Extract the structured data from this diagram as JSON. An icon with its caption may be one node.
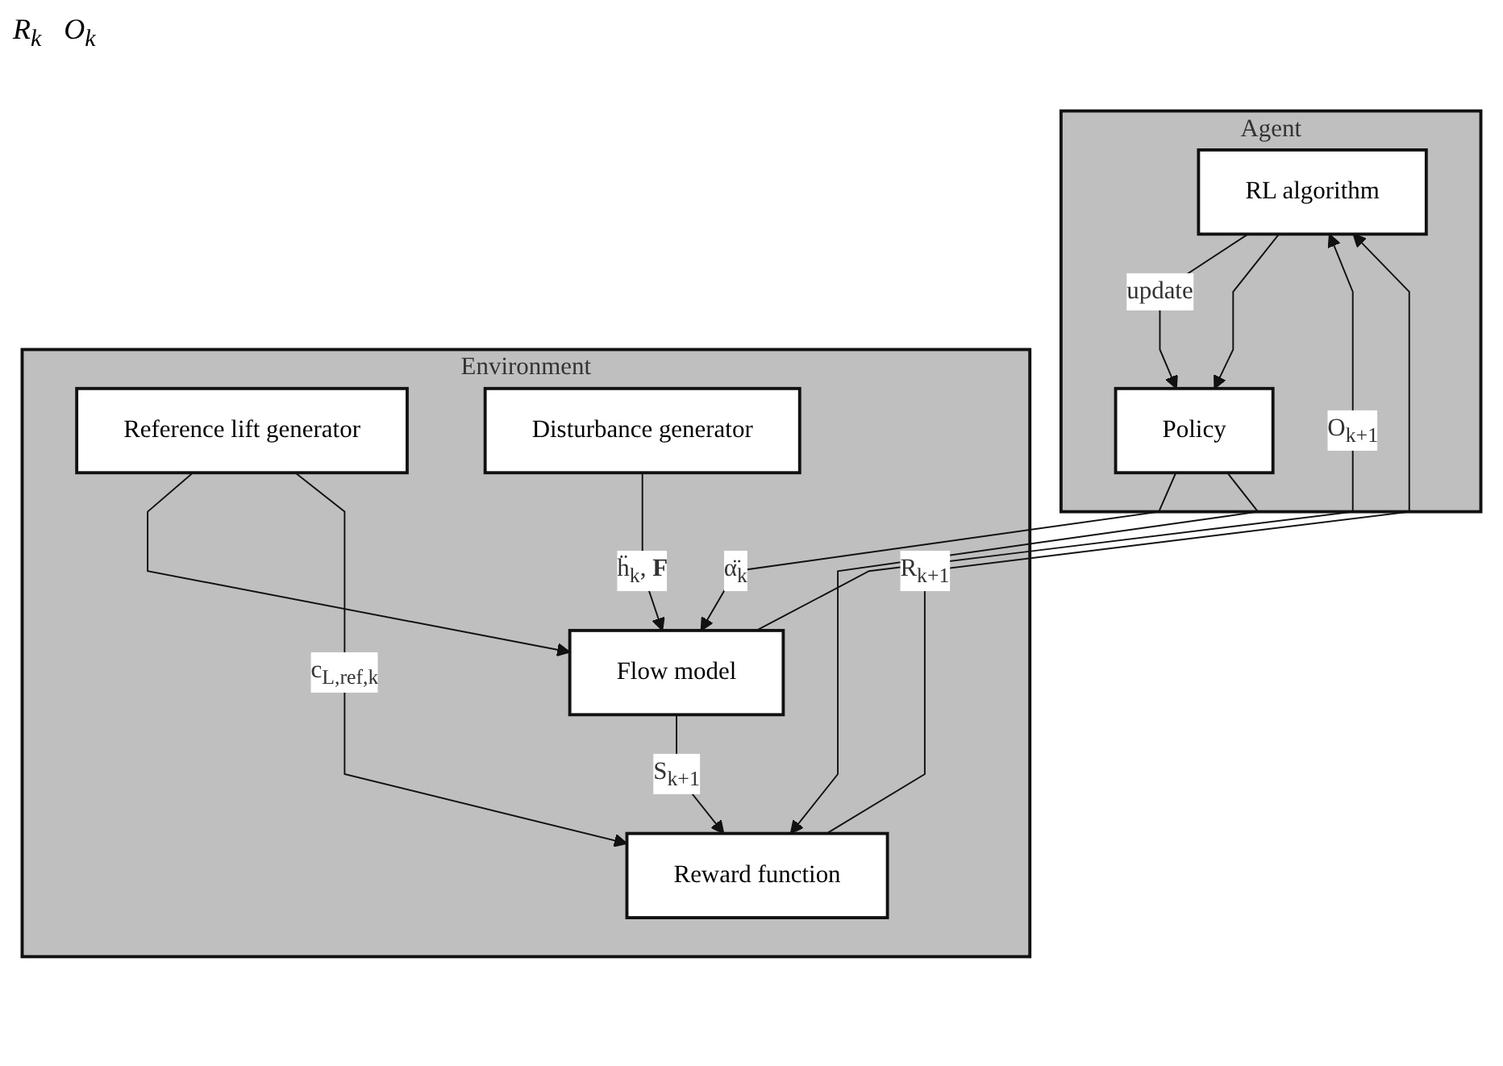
{
  "diagram": {
    "nodes": [
      {
        "text": [
          "Agent"
        ]
      },
      {
        "text": [
          "RL algorithm"
        ],
        "in": 0
      },
      {
        "text": [
          "Policy"
        ],
        "in": 0
      },
      {
        "text": [
          "Environment"
        ]
      },
      {
        "text": [
          "Flow model"
        ],
        "in": 3
      },
      {
        "text": [
          "Reference lift generator"
        ],
        "in": 3
      },
      {
        "text": [
          "Disturbance generator"
        ],
        "in": 3
      },
      {
        "text": [
          "Reward function"
        ],
        "in": 3
      }
    ],
    "edges": [
      {
        "from": 1,
        "to": 2,
        "arrow": "to",
        "label": "update"
      },
      {
        "from": 1,
        "to": 2,
        "arrow": "to"
      },
      {
        "from": 2,
        "to": 4,
        "arrow": "to",
        "label": "α̈$_{k}$"
      },
      {
        "from": 2,
        "to": 7,
        "arrow": "to"
      },
      {
        "from": 4,
        "to": 1,
        "arrow": "to",
        "label": "O$_{k+1}$"
      },
      {
        "from": 7,
        "to": 1,
        "arrow": "to",
        "label": "R$_{k+1}$"
      },
      {
        "from": 5,
        "to": 4,
        "arrow": "to"
      },
      {
        "from": 5,
        "to": 7,
        "arrow": "to",
        "label": "c$_{L,ref,k}$"
      },
      {
        "from": 4,
        "to": 7,
        "arrow": "to",
        "label": "S$_{k+1}$"
      },
      {
        "from": 6,
        "to": 4,
        "arrow": "to",
        "label": "ḧ$_{k}$, **F**"
      }
    ],
    "labels": [
      "R$_{k}$",
      "O$_{k}$"
    ]
  }
}
